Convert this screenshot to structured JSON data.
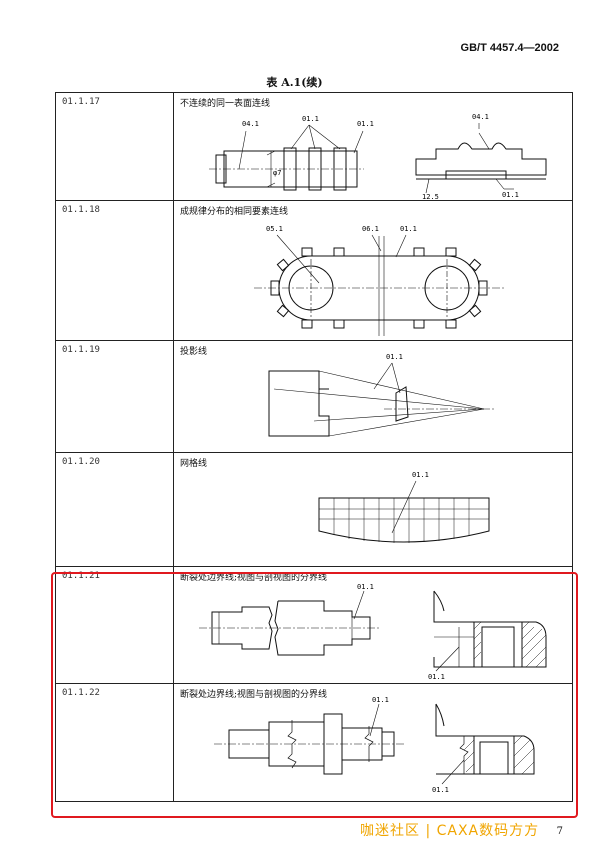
{
  "header": {
    "standard": "GB/T 4457.4—2002"
  },
  "table": {
    "caption": "表 A.1(续)",
    "rows": [
      {
        "code": "01.1.17",
        "label": "不连续的同一表面连线",
        "callouts": [
          "04.1",
          "01.1",
          "01.1",
          "04.1",
          "01.1"
        ],
        "dims": [
          "φ7",
          "12.5"
        ]
      },
      {
        "code": "01.1.18",
        "label": "成规律分布的相同要素连线",
        "callouts": [
          "05.1",
          "06.1",
          "01.1"
        ]
      },
      {
        "code": "01.1.19",
        "label": "投影线",
        "callouts": [
          "01.1"
        ]
      },
      {
        "code": "01.1.20",
        "label": "网格线",
        "callouts": [
          "01.1"
        ]
      },
      {
        "code": "01.1.21",
        "label": "断裂处边界线;视图与剖视图的分界线",
        "callouts": [
          "01.1",
          "01.1"
        ]
      },
      {
        "code": "01.1.22",
        "label": "断裂处边界线;视图与剖视图的分界线",
        "callouts": [
          "01.1",
          "01.1"
        ]
      }
    ]
  },
  "footer": {
    "watermark": "咖迷社区 | CAXA数码方方",
    "page_number": "7"
  },
  "highlight_color": "#e0191f"
}
